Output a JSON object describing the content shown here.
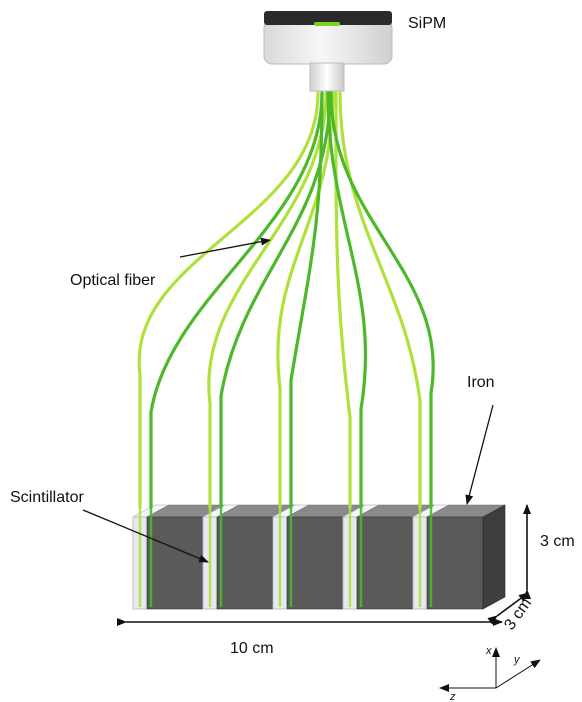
{
  "labels": {
    "sipm": "SiPM",
    "optical_fiber": "Optical fiber",
    "iron": "Iron",
    "scintillator": "Scintillator",
    "height": "3 cm",
    "depth": "3 cm",
    "length": "10 cm"
  },
  "axes": {
    "x": "x",
    "y": "y",
    "z": "z"
  },
  "colors": {
    "fiber_dark": "#4cb82a",
    "fiber_light": "#aee23b",
    "iron_front": "#5a5a5a",
    "iron_top": "#8a8a8a",
    "iron_side": "#3e3e3e",
    "scintillator": "#e6eaee",
    "sipm_cap": "#2b2b2b",
    "sipm_body": "#eeeeee"
  },
  "layers": 5
}
